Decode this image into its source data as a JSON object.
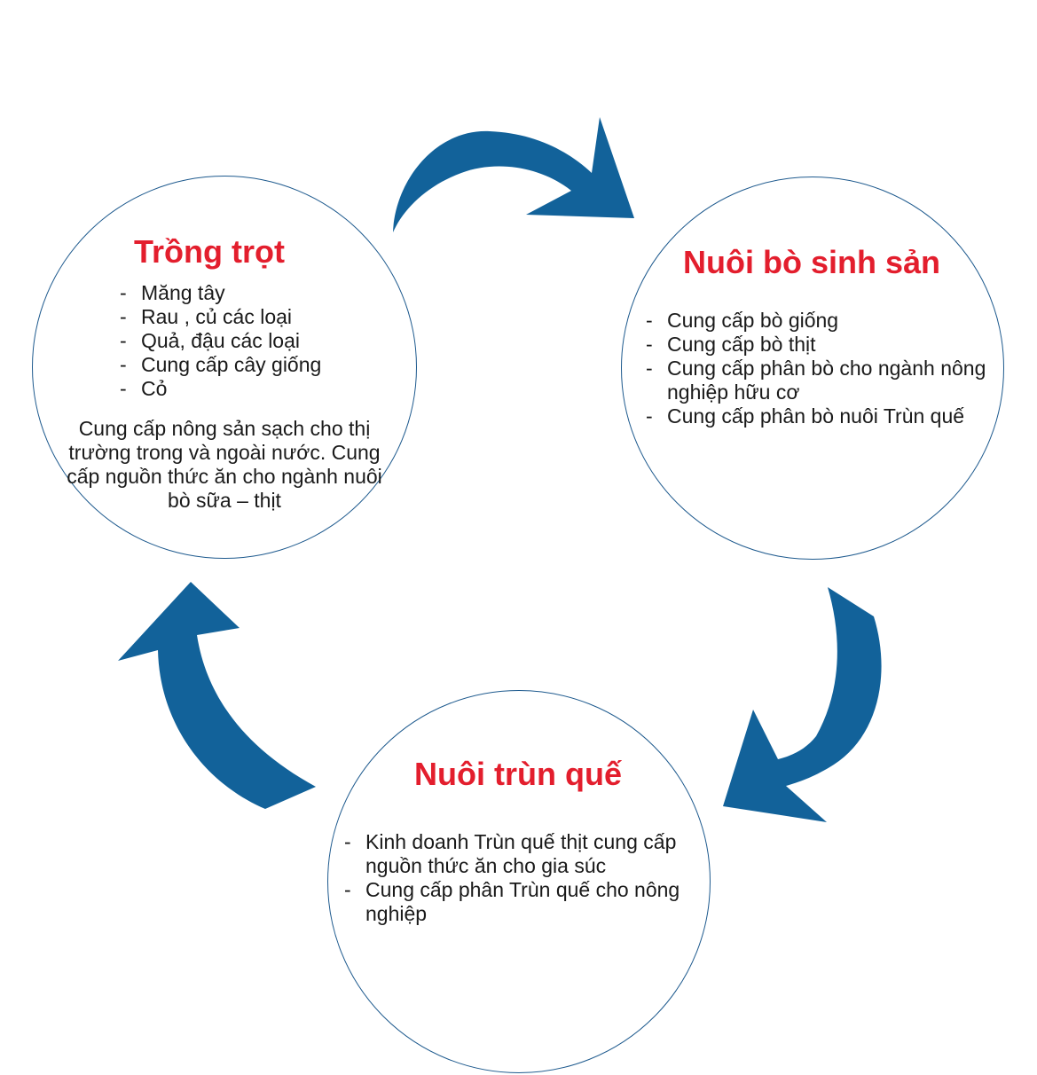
{
  "colors": {
    "arrow": "#12629a",
    "title": "#e31e2d",
    "circle_border": "#1e5a8e"
  },
  "nodes": {
    "trong_trot": {
      "title": "Trồng trọt",
      "items": [
        "Măng tây",
        "Rau , củ các loại",
        "Quả, đậu các loại",
        "Cung cấp cây giống",
        "Cỏ"
      ],
      "paragraph": "Cung cấp nông sản sạch cho thị trường trong và ngoài nước. Cung cấp nguồn thức ăn cho ngành nuôi bò sữa – thịt"
    },
    "nuoi_bo": {
      "title": "Nuôi bò sinh sản",
      "items": [
        "Cung cấp bò giống",
        "Cung cấp bò thịt",
        "Cung cấp phân bò cho ngành nông nghiệp hữu cơ",
        "Cung cấp phân bò nuôi Trùn quế"
      ]
    },
    "nuoi_trun": {
      "title": "Nuôi trùn quế",
      "items": [
        "Kinh doanh Trùn quế thịt cung cấp nguồn thức ăn cho gia súc",
        "Cung cấp phân Trùn quế cho nông nghiệp"
      ]
    }
  },
  "arrows": [
    "cycle-arrow-top",
    "cycle-arrow-right",
    "cycle-arrow-left"
  ]
}
